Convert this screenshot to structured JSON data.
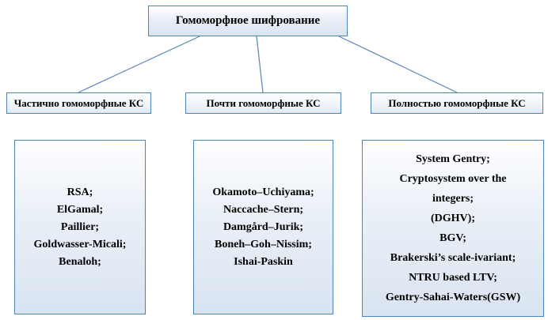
{
  "diagram": {
    "root": {
      "label": "Гомоморфное шифрование"
    },
    "branches": [
      {
        "header": "Частично гомоморфные КС",
        "items": [
          "RSA;",
          "ElGamal;",
          "Paillier;",
          "Goldwasser-Micali;",
          "Benaloh;"
        ]
      },
      {
        "header": "Почти гомоморфные КС",
        "items": [
          "Okamoto–Uchiyama;",
          "Naccache–Stern;",
          "Damgård–Jurik;",
          "Boneh–Goh–Nissim;",
          "Ishai-Paskin"
        ]
      },
      {
        "header": "Полностью гомоморфные КС",
        "items": [
          "System Gentry;",
          "Cryptosystem over the",
          "integers;",
          "(DGHV);",
          "BGV;",
          "Brakerski’s scale-ivariant;",
          "NTRU based LTV;",
          "Gentry-Sahai-Waters(GSW)"
        ]
      }
    ],
    "colors": {
      "border": "#4f81bd",
      "line": "#5b83b5",
      "fill_bottom": "#d9e4f1",
      "fill_top": "#ffffff",
      "text": "#000000"
    }
  }
}
